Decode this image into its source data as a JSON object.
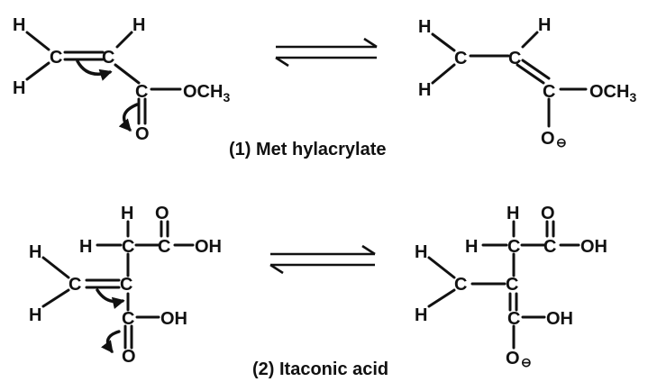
{
  "atoms": {
    "H": "H",
    "C": "C",
    "O": "O",
    "OH": "OH",
    "OCH": "OCH",
    "sub3": "3",
    "charge": "⊖"
  },
  "captions": {
    "methylacrylate": "(1) Met hylacrylate",
    "itaconic": "(2) Itaconic acid"
  },
  "icons": {
    "equilibrium": "equilibrium-arrow-icon",
    "electron_push": "curved-arrow-icon"
  }
}
